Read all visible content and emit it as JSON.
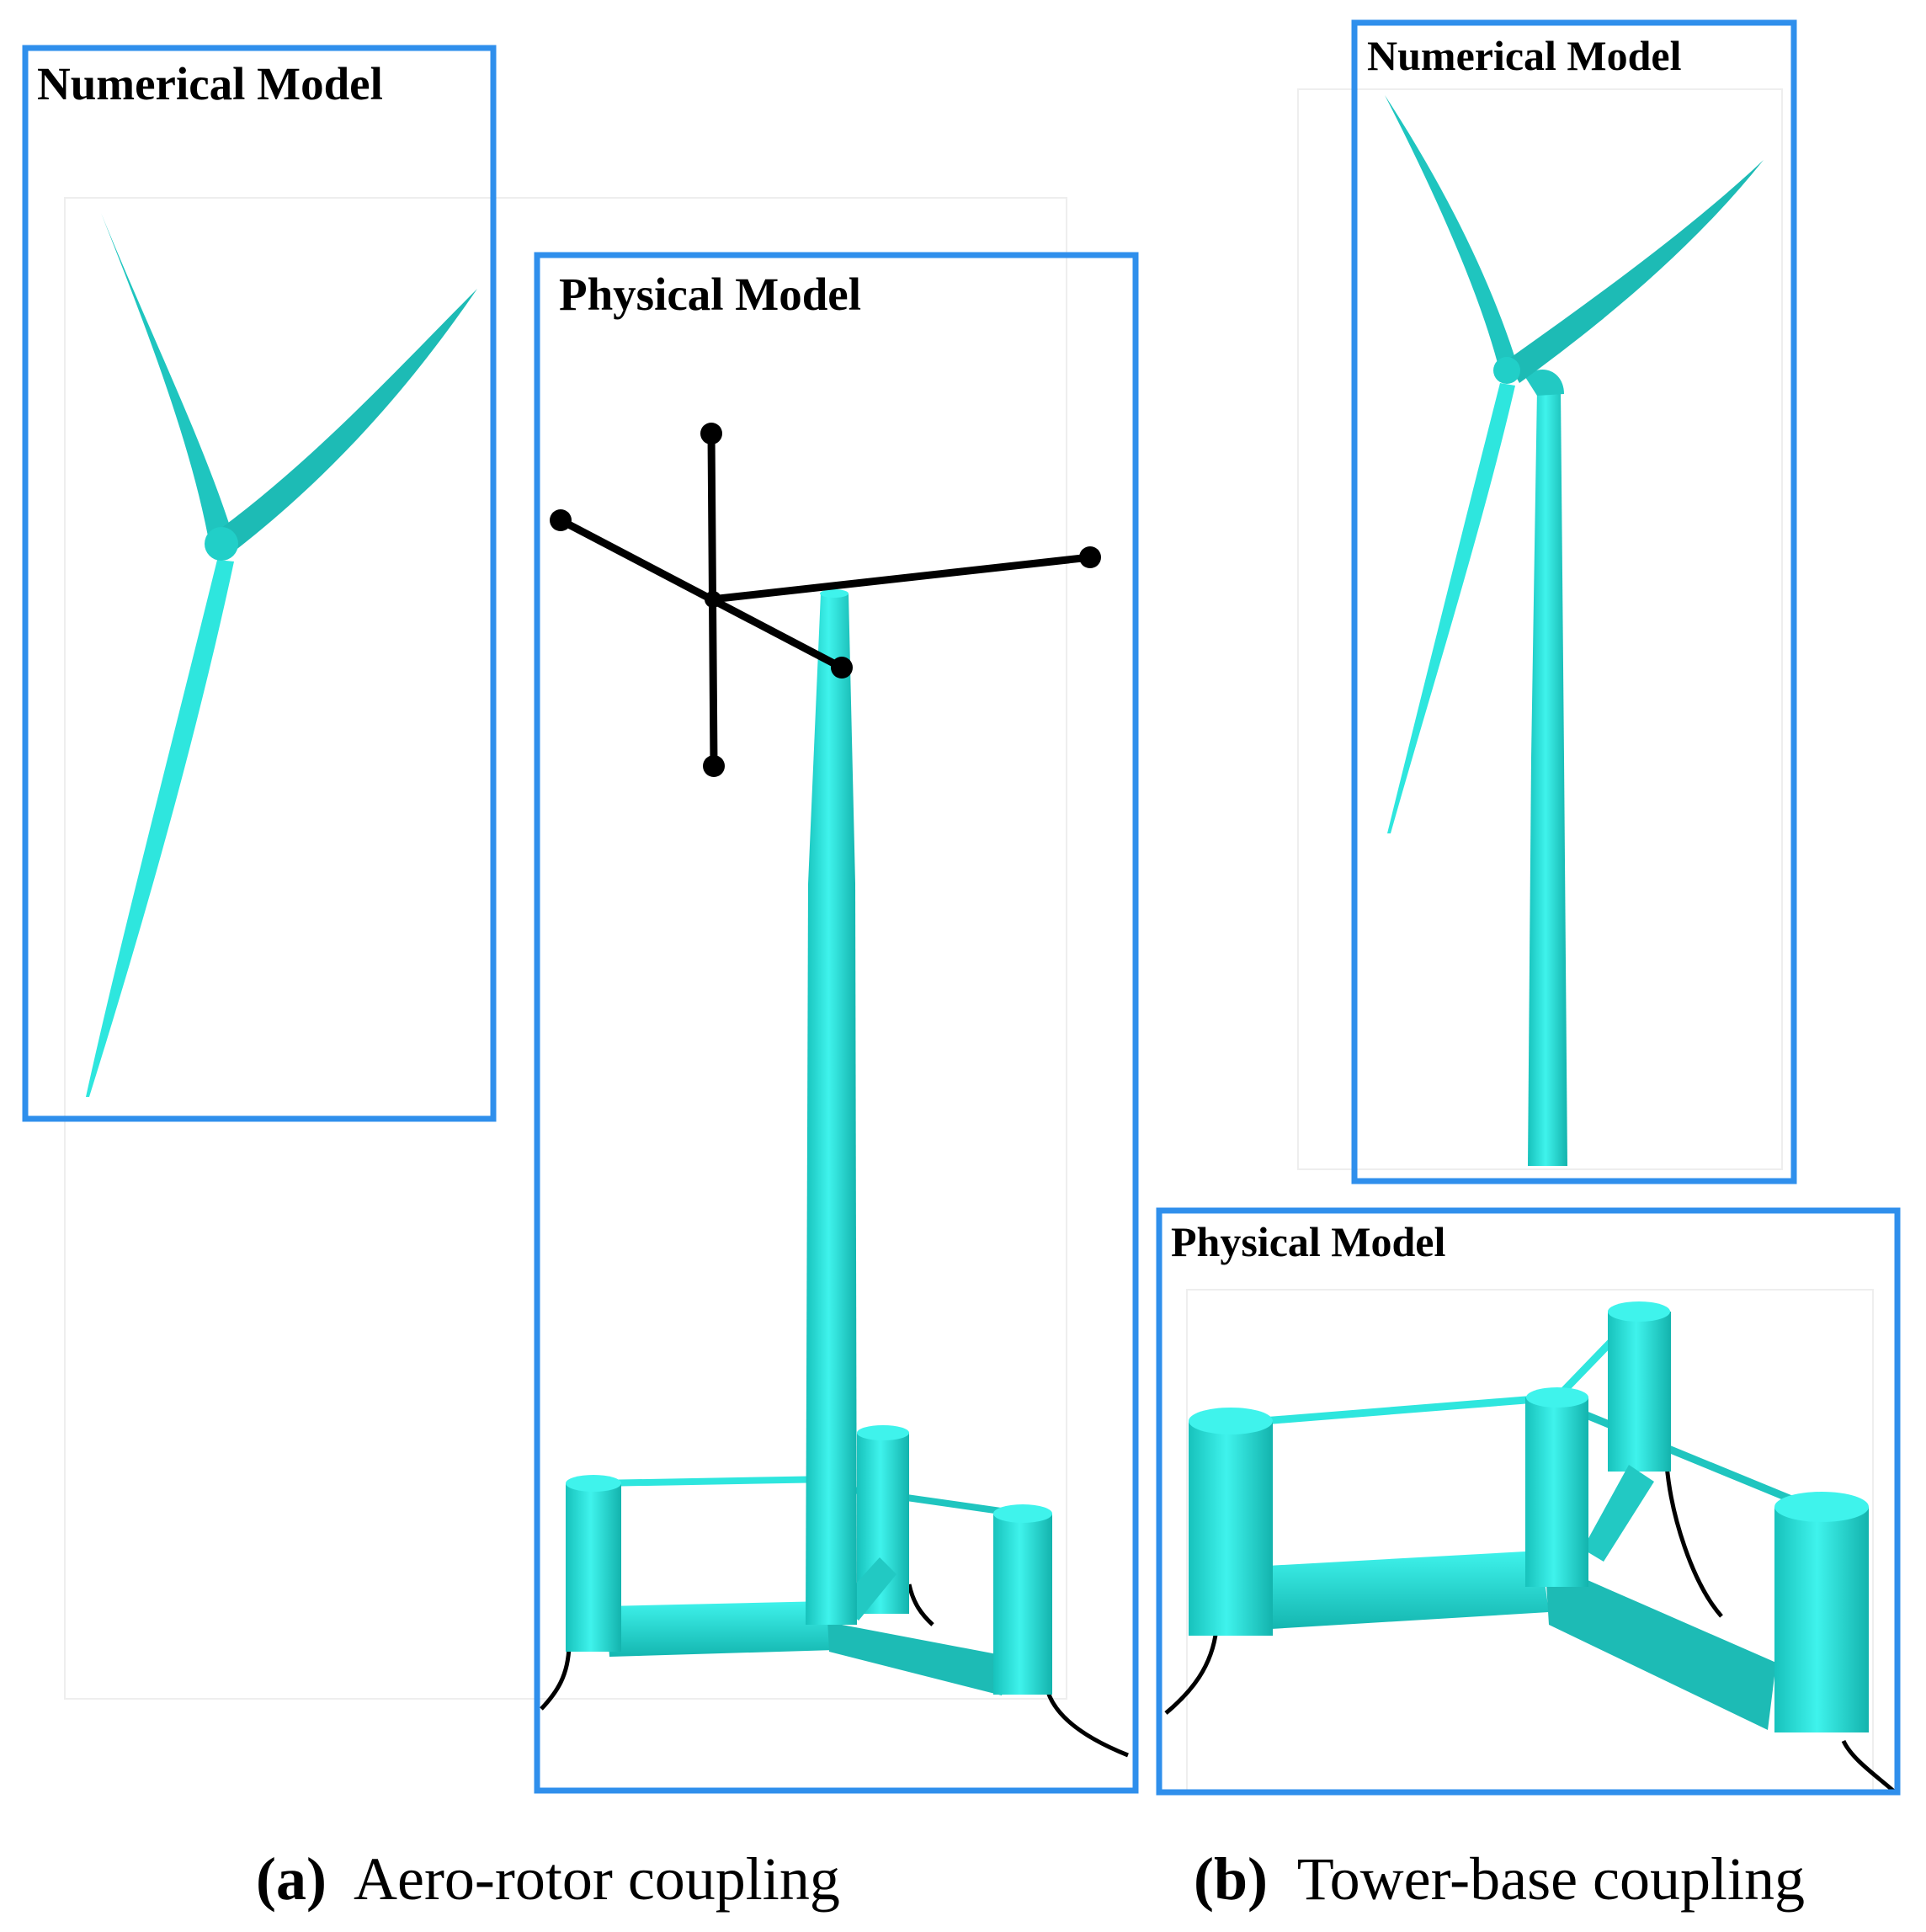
{
  "colors": {
    "frame": "#2f8fec",
    "model": "#2ee6de",
    "model_shade": "#16b9b3",
    "structure": "#000000",
    "ghost_border": "#eeeeee"
  },
  "panel_a": {
    "numerical_title": "Numerical Model",
    "physical_title": "Physical Model",
    "caption_label": "(a)",
    "caption_text": "Aero-rotor coupling"
  },
  "panel_b": {
    "numerical_title": "Numerical Model",
    "physical_title": "Physical Model",
    "caption_label": "(b)",
    "caption_text": "Tower-base coupling"
  }
}
